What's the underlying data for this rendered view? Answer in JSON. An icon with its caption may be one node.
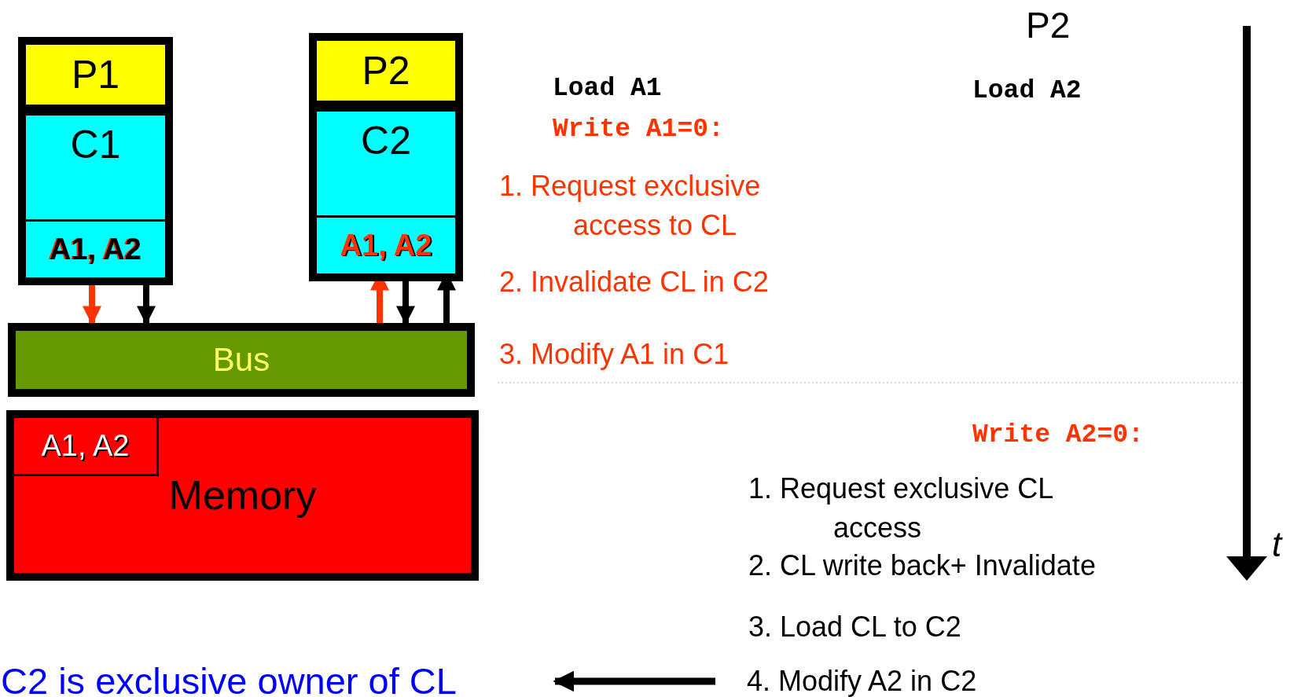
{
  "diagram": {
    "nodes": [
      {
        "text": [
          "P1"
        ]
      },
      {
        "text": [
          "C1"
        ]
      },
      {
        "text": [
          "A1, A2"
        ],
        "in": 1
      },
      {
        "text": [
          "P2"
        ]
      },
      {
        "text": [
          "C2"
        ]
      },
      {
        "text": [
          "A1, A2"
        ],
        "in": 4
      },
      {
        "text": [
          "Bus"
        ]
      },
      {
        "text": [
          "Memory"
        ]
      },
      {
        "text": [
          "A1, A2"
        ],
        "in": 7
      },
      {
        "text": [
          "4. Modify A2 in C2"
        ]
      },
      {
        "text": [
          "C2 is exclusive owner of CL"
        ]
      }
    ],
    "edges": [
      {
        "from": 2,
        "to": 6,
        "arrow": "to",
        "color": "#ff3300"
      },
      {
        "from": 2,
        "to": 6,
        "arrow": "to"
      },
      {
        "from": 6,
        "to": 5,
        "arrow": "to",
        "color": "#ff3300"
      },
      {
        "from": 5,
        "to": 6,
        "arrow": "to"
      },
      {
        "from": 6,
        "to": 5,
        "arrow": "to"
      },
      {
        "from": 9,
        "to": 10,
        "arrow": "to"
      }
    ],
    "labels": [
      "P2",
      "Load A1",
      "Load A2",
      "Write A1=0:",
      "1. Request exclusive access to CL",
      "2. Invalidate CL in C2",
      "3. Modify A1 in C1",
      "Write A2=0:",
      "1. Request exclusive CL access",
      "2. CL write back+ Invalidate",
      "3. Load CL to C2",
      "t"
    ]
  }
}
